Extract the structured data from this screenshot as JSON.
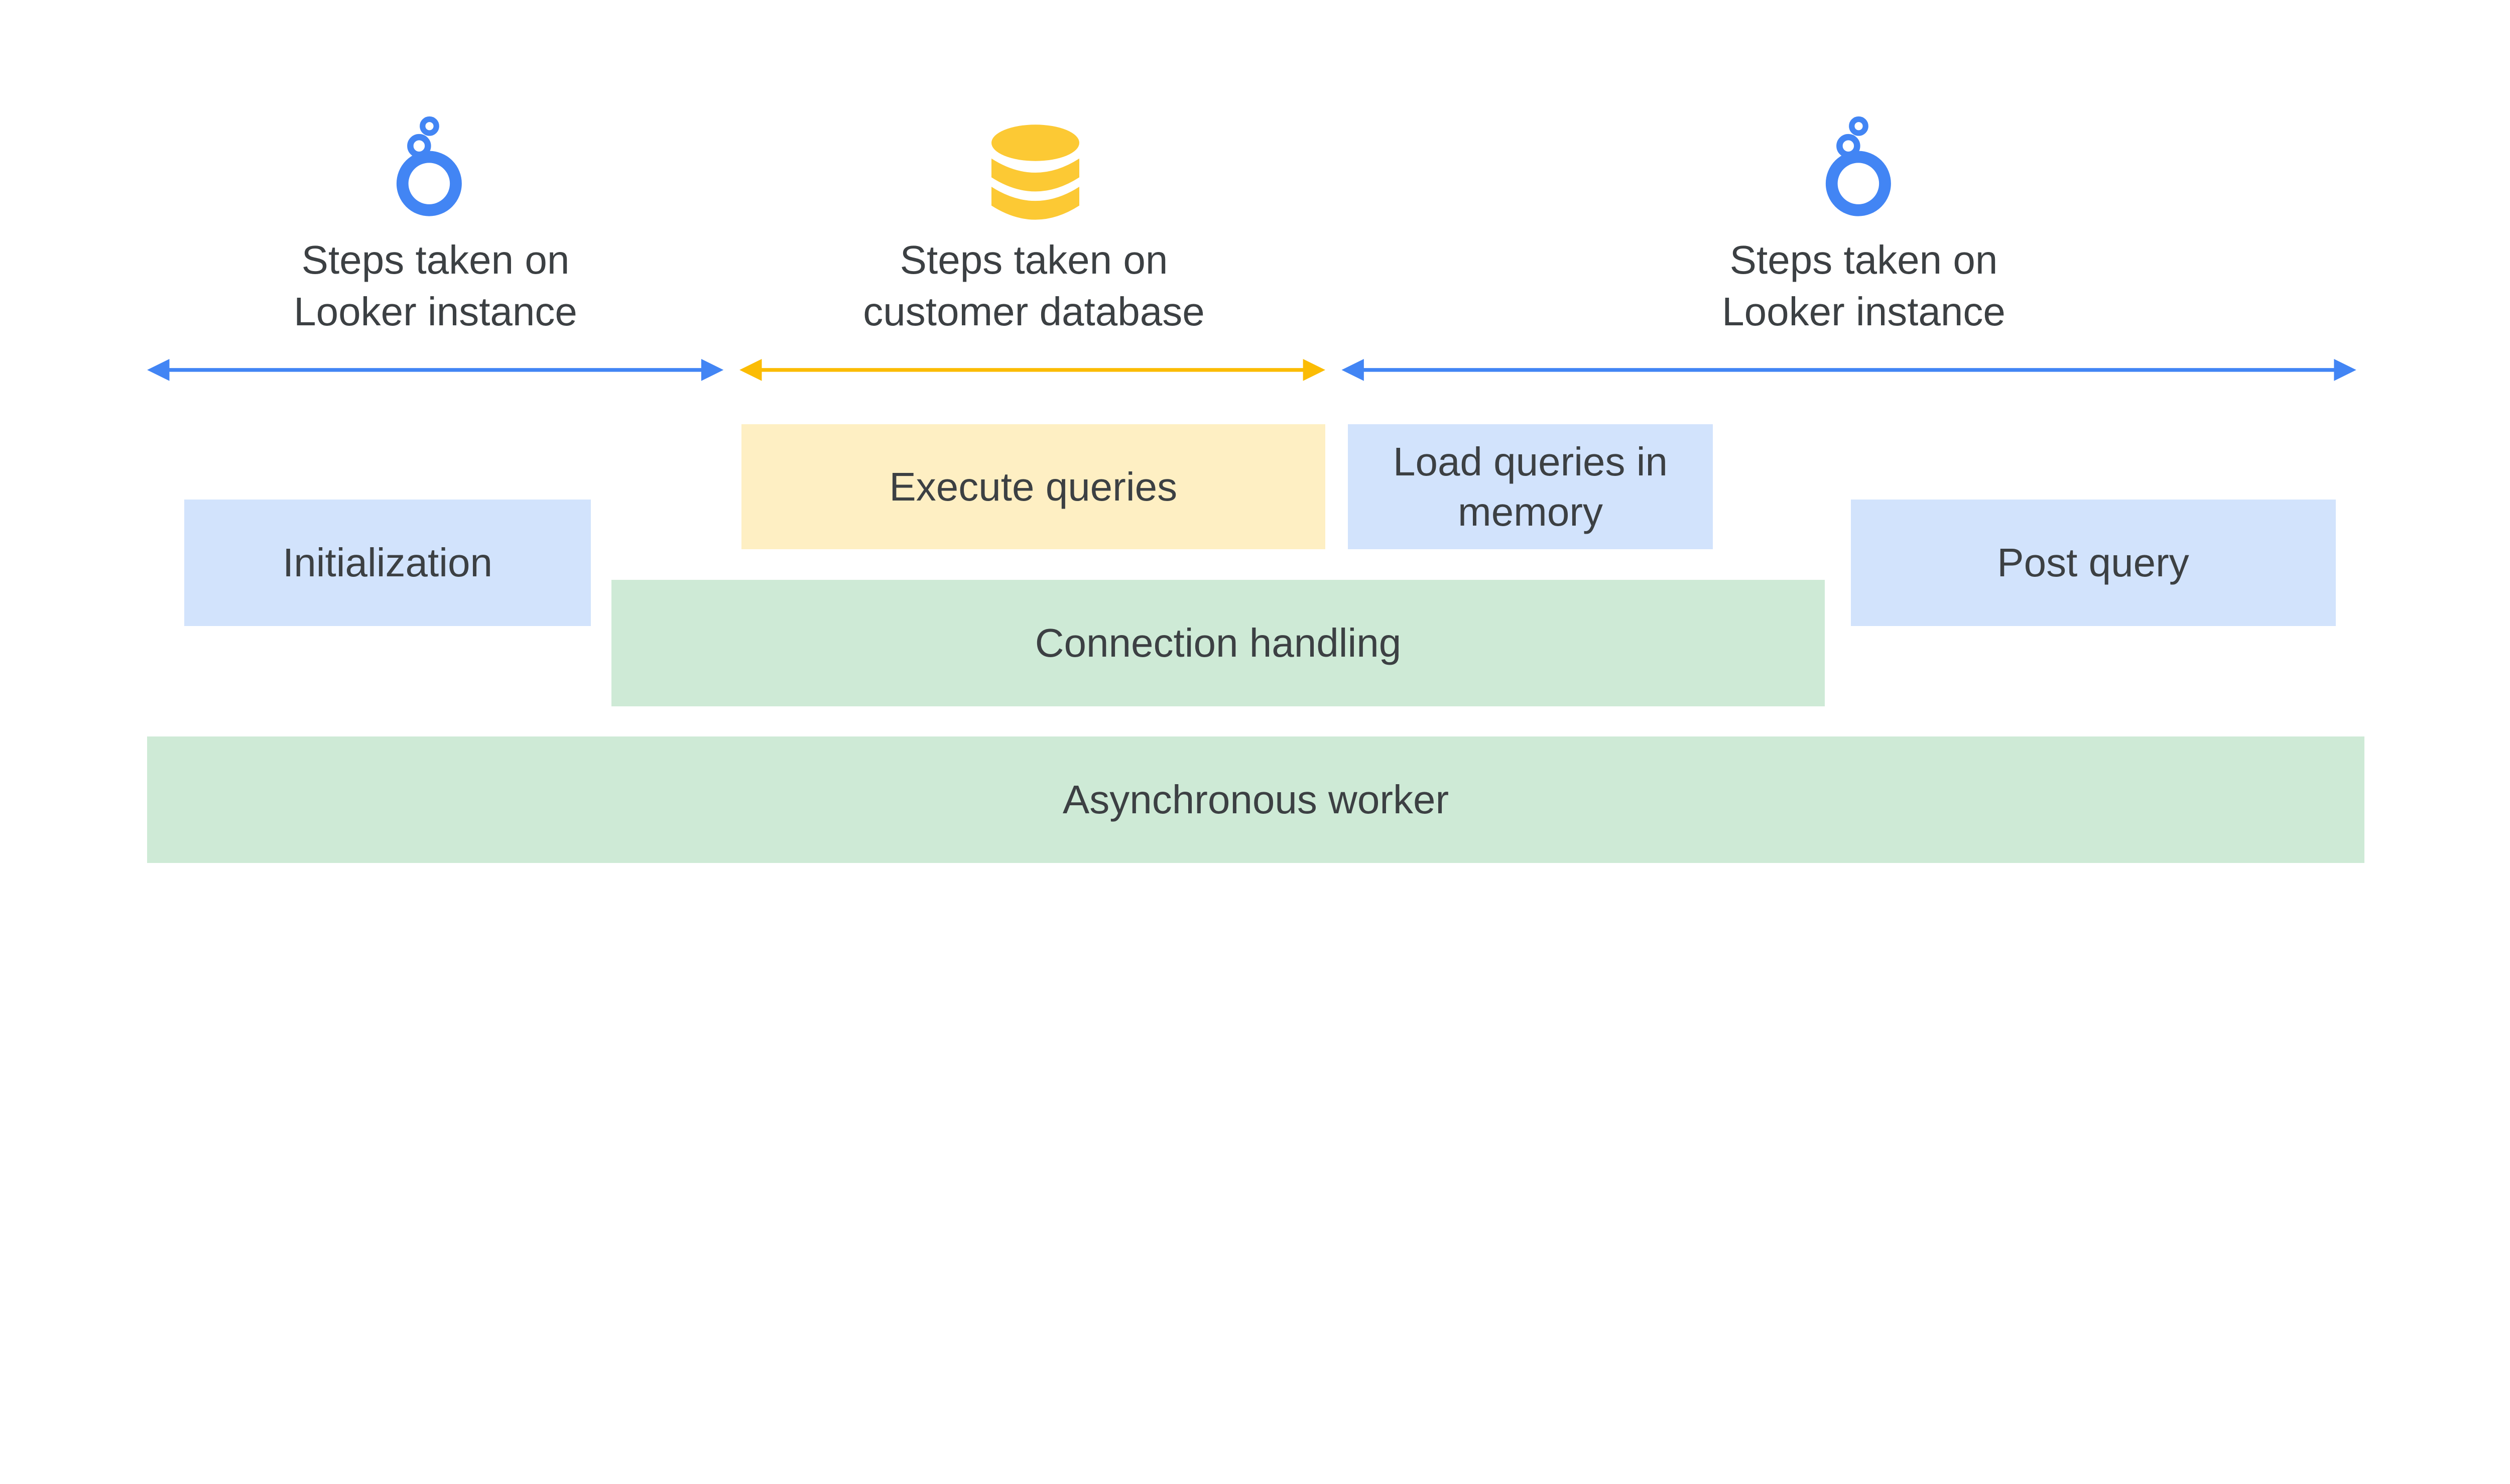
{
  "colors": {
    "looker_blue": "#4285F4",
    "database_yellow": "#FCC934",
    "step_blue": "#D2E3FC",
    "step_yellow": "#FEEFC3",
    "step_green": "#CEEAD6",
    "text": "#3C4043"
  },
  "sections": [
    {
      "icon": "looker-icon",
      "line1": "Steps taken on",
      "line2": "Looker instance"
    },
    {
      "icon": "database-icon",
      "line1": "Steps taken on",
      "line2": "customer database"
    },
    {
      "icon": "looker-icon",
      "line1": "Steps taken on",
      "line2": "Looker instance"
    }
  ],
  "steps": {
    "initialization": "Initialization",
    "execute_queries": "Execute queries",
    "load_queries": "Load queries in memory",
    "post_query": "Post query",
    "connection_handling": "Connection handling",
    "async_worker": "Asynchronous worker"
  }
}
